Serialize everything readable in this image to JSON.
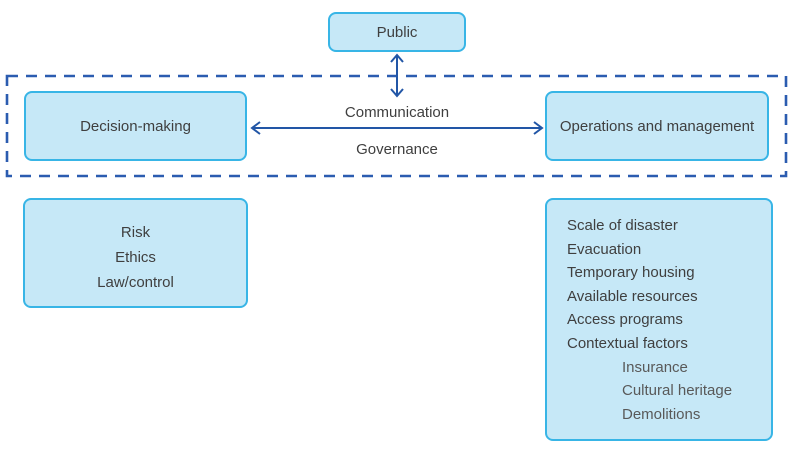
{
  "palette": {
    "node_fill": "#c6e8f7",
    "node_border": "#38b5e6",
    "connector_blue": "#2256a6",
    "boundary_dash_blue": "#2b5cb0",
    "text_primary": "#3f3f3f",
    "text_secondary": "#595959"
  },
  "nodes": {
    "public": "Public",
    "decision_making": "Decision-making",
    "operations_management": "Operations and management"
  },
  "connector_labels": {
    "top": "Communication",
    "bottom": "Governance"
  },
  "decision_details": {
    "items": [
      "Risk",
      "Ethics",
      "Law/control"
    ]
  },
  "operations_details": {
    "items": [
      "Scale of disaster",
      "Evacuation",
      "Temporary housing",
      "Available resources",
      "Access programs",
      "Contextual factors"
    ],
    "sub_items": [
      "Insurance",
      "Cultural heritage",
      "Demolitions"
    ]
  }
}
